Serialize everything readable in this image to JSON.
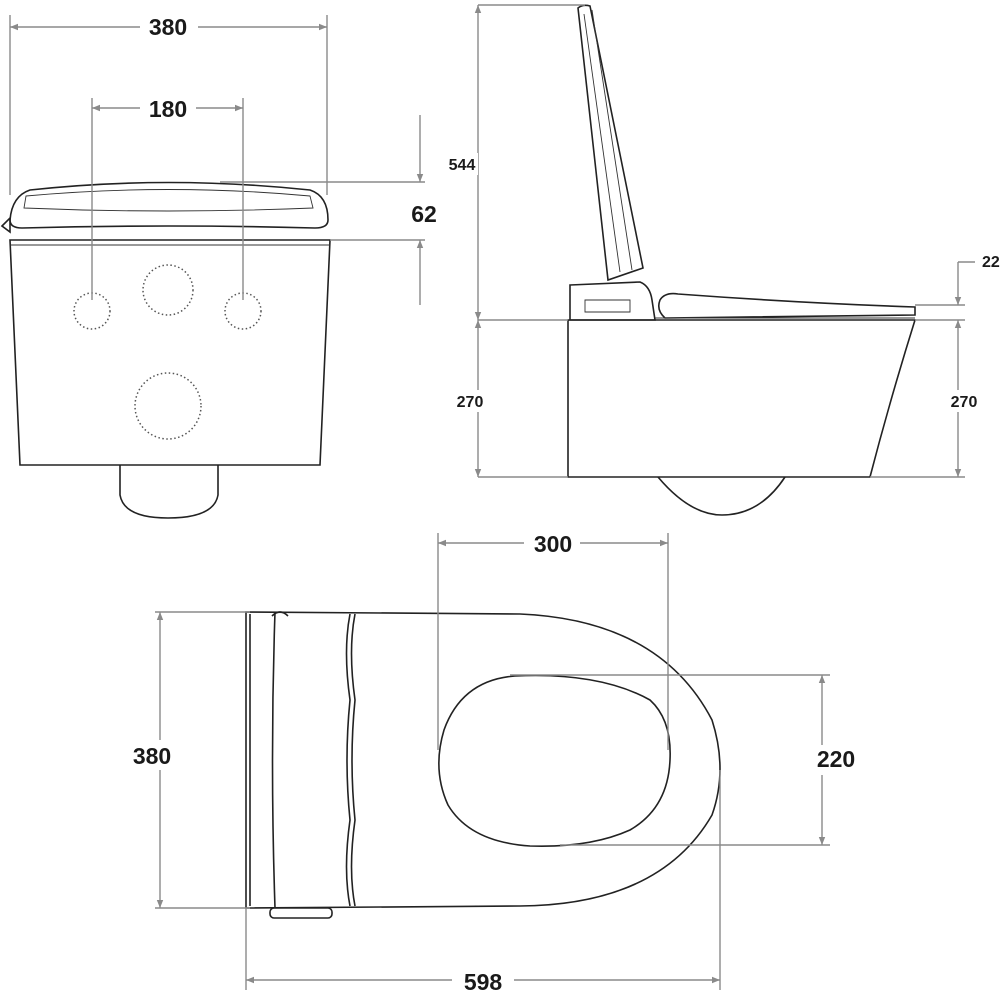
{
  "title": "Wall-hung smart toilet dimension drawing",
  "front_view": {
    "overall_width": "380",
    "inlet_spacing": "180",
    "seat_height": "62"
  },
  "side_view": {
    "total_height": "544",
    "seat_thickness": "22",
    "body_height_left": "270",
    "body_height_right": "270"
  },
  "top_view": {
    "opening_length": "300",
    "width": "380",
    "opening_width": "220",
    "depth": "598"
  },
  "colors": {
    "outline": "#222222",
    "dimension": "#8a8a8a"
  }
}
